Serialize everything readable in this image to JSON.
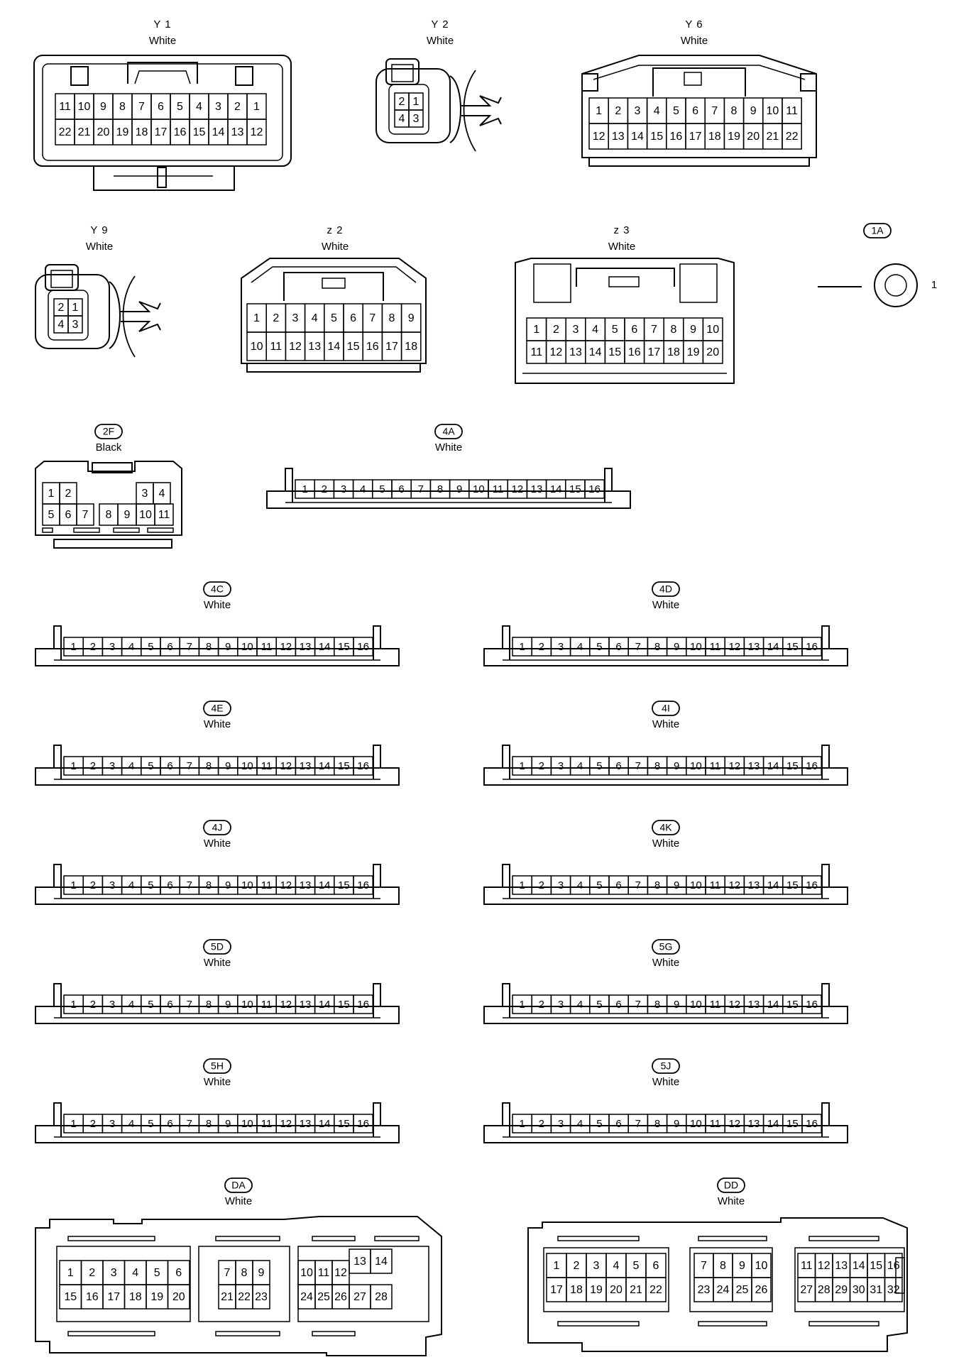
{
  "connectors": {
    "y1": {
      "name": "Y 1",
      "color": "White",
      "row1": [
        "11",
        "10",
        "9",
        "8",
        "7",
        "6",
        "5",
        "4",
        "3",
        "2",
        "1"
      ],
      "row2": [
        "22",
        "21",
        "20",
        "19",
        "18",
        "17",
        "16",
        "15",
        "14",
        "13",
        "12"
      ]
    },
    "y2": {
      "name": "Y 2",
      "color": "White",
      "row1": [
        "2",
        "1"
      ],
      "row2": [
        "4",
        "3"
      ]
    },
    "y6": {
      "name": "Y 6",
      "color": "White",
      "row1": [
        "1",
        "2",
        "3",
        "4",
        "5",
        "6",
        "7",
        "8",
        "9",
        "10",
        "11"
      ],
      "row2": [
        "12",
        "13",
        "14",
        "15",
        "16",
        "17",
        "18",
        "19",
        "20",
        "21",
        "22"
      ]
    },
    "y9": {
      "name": "Y 9",
      "color": "White",
      "row1": [
        "2",
        "1"
      ],
      "row2": [
        "4",
        "3"
      ]
    },
    "z2": {
      "name": "z 2",
      "color": "White",
      "row1": [
        "1",
        "2",
        "3",
        "4",
        "5",
        "6",
        "7",
        "8",
        "9"
      ],
      "row2": [
        "10",
        "11",
        "12",
        "13",
        "14",
        "15",
        "16",
        "17",
        "18"
      ]
    },
    "z3": {
      "name": "z 3",
      "color": "White",
      "row1": [
        "1",
        "2",
        "3",
        "4",
        "5",
        "6",
        "7",
        "8",
        "9",
        "10"
      ],
      "row2": [
        "11",
        "12",
        "13",
        "14",
        "15",
        "16",
        "17",
        "18",
        "19",
        "20"
      ]
    },
    "c1a": {
      "name": "1A",
      "pin": "1"
    },
    "c2f": {
      "name": "2F",
      "color": "Black",
      "row1_left": [
        "1",
        "2"
      ],
      "row1_right": [
        "3",
        "4"
      ],
      "row2": [
        "5",
        "6",
        "7",
        "8",
        "9",
        "10",
        "11"
      ]
    },
    "c4a": {
      "name": "4A",
      "color": "White"
    },
    "c4c": {
      "name": "4C",
      "color": "White"
    },
    "c4d": {
      "name": "4D",
      "color": "White"
    },
    "c4e": {
      "name": "4E",
      "color": "White"
    },
    "c4i": {
      "name": "4I",
      "color": "White"
    },
    "c4j": {
      "name": "4J",
      "color": "White"
    },
    "c4k": {
      "name": "4K",
      "color": "White"
    },
    "c5d": {
      "name": "5D",
      "color": "White"
    },
    "c5g": {
      "name": "5G",
      "color": "White"
    },
    "c5h": {
      "name": "5H",
      "color": "White"
    },
    "c5j": {
      "name": "5J",
      "color": "White"
    },
    "da": {
      "name": "DA",
      "color": "White",
      "left_top": [
        "1",
        "2",
        "3",
        "4",
        "5",
        "6"
      ],
      "left_bottom": [
        "15",
        "16",
        "17",
        "18",
        "19",
        "20"
      ],
      "mid_top": [
        "7",
        "8",
        "9"
      ],
      "mid_bottom": [
        "21",
        "22",
        "23"
      ],
      "right_top": [
        "10",
        "11",
        "12",
        "13",
        "14"
      ],
      "right_bottom": [
        "24",
        "25",
        "26",
        "27",
        "28"
      ]
    },
    "dd": {
      "name": "DD",
      "color": "White",
      "left_top": [
        "1",
        "2",
        "3",
        "4",
        "5",
        "6"
      ],
      "left_bottom": [
        "17",
        "18",
        "19",
        "20",
        "21",
        "22"
      ],
      "mid_top": [
        "7",
        "8",
        "9",
        "10"
      ],
      "mid_bottom": [
        "23",
        "24",
        "25",
        "26"
      ],
      "right_top": [
        "11",
        "12",
        "13",
        "14",
        "15",
        "16"
      ],
      "right_bottom": [
        "27",
        "28",
        "29",
        "30",
        "31",
        "32"
      ]
    }
  },
  "strip_pins": [
    "1",
    "2",
    "3",
    "4",
    "5",
    "6",
    "7",
    "8",
    "9",
    "10",
    "11",
    "12",
    "13",
    "14",
    "15",
    "16"
  ]
}
